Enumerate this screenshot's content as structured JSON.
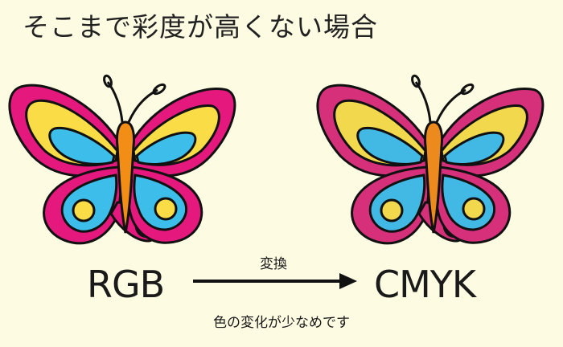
{
  "title": "そこまで彩度が高くない場合",
  "left_panel": {
    "label": "RGB",
    "colors": {
      "outer": "#e5197d",
      "inner": "#fadc46",
      "mid": "#3cbdea",
      "body": "#f28e16",
      "outline": "#111111"
    }
  },
  "right_panel": {
    "label": "CMYK",
    "colors": {
      "outer": "#d6307a",
      "inner": "#f2d84c",
      "mid": "#42b9e5",
      "body": "#ec8a1e",
      "outline": "#111111"
    }
  },
  "arrow": {
    "label": "変換"
  },
  "note": "色の変化が少なめです",
  "background": "#fdfbe2"
}
